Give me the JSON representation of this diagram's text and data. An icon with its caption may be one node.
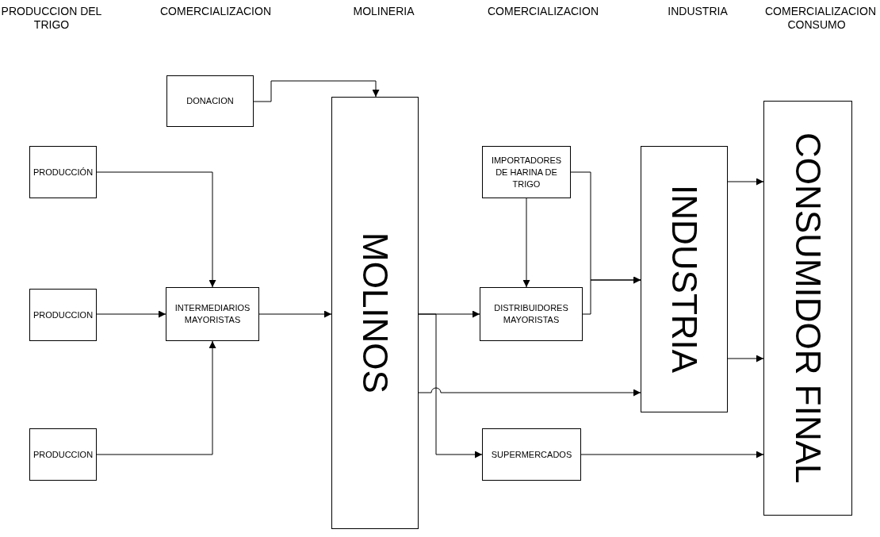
{
  "diagram": {
    "nodes": [
      {
        "text": [
          "DONACION"
        ]
      },
      {
        "text": [
          "PRODUCCIÓN"
        ]
      },
      {
        "text": [
          "PRODUCCION"
        ]
      },
      {
        "text": [
          "PRODUCCION"
        ]
      },
      {
        "text": [
          "INTERMEDIARIOS MAYORISTAS"
        ]
      },
      {
        "text": [
          "MOLINOS"
        ]
      },
      {
        "text": [
          "IMPORTADORES DE HARINA DE TRIGO"
        ]
      },
      {
        "text": [
          "DISTRIBUIDORES MAYORISTAS"
        ]
      },
      {
        "text": [
          "SUPERMERCADOS"
        ]
      },
      {
        "text": [
          "INDUSTRIA"
        ]
      },
      {
        "text": [
          "CONSUMIDOR FINAL"
        ]
      }
    ],
    "edges": [
      {
        "from": 0,
        "to": 5,
        "arrow": "to"
      },
      {
        "from": 1,
        "to": 4,
        "arrow": "to"
      },
      {
        "from": 2,
        "to": 4,
        "arrow": "to"
      },
      {
        "from": 3,
        "to": 4,
        "arrow": "to"
      },
      {
        "from": 4,
        "to": 5,
        "arrow": "to"
      },
      {
        "from": 5,
        "to": 7,
        "arrow": "to"
      },
      {
        "from": 5,
        "to": 9,
        "arrow": "to"
      },
      {
        "from": 5,
        "to": 8,
        "arrow": "to"
      },
      {
        "from": 6,
        "to": 7,
        "arrow": "to"
      },
      {
        "from": 6,
        "to": 9,
        "arrow": "to"
      },
      {
        "from": 7,
        "to": 9,
        "arrow": "to"
      },
      {
        "from": 9,
        "to": 10,
        "arrow": "to"
      },
      {
        "from": 9,
        "to": 10,
        "arrow": "to"
      },
      {
        "from": 8,
        "to": 10,
        "arrow": "to"
      }
    ],
    "labels": [
      "PRODUCCION DEL TRIGO",
      "COMERCIALIZACION",
      "MOLINERIA",
      "COMERCIALIZACION",
      "INDUSTRIA",
      "COMERCIALIZACION CONSUMO"
    ]
  }
}
